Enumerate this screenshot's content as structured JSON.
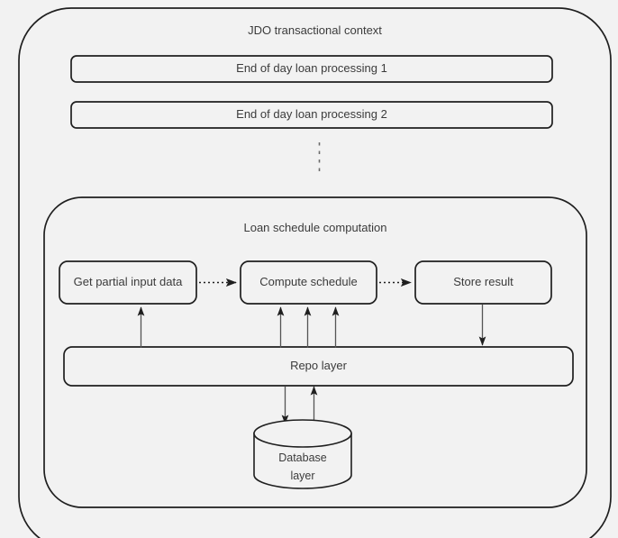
{
  "diagram": {
    "background_color": "#f2f2f2",
    "stroke_color": "#1f1f1f",
    "text_color": "#3b3b3b",
    "fill_color": "#f2f2f2",
    "outer_container": {
      "label": "JDO transactional context"
    },
    "batch_jobs": [
      {
        "label": "End of day loan processing 1"
      },
      {
        "label": "End of day loan processing 2"
      }
    ],
    "continuation": {
      "name": "vertical-dotted-ellipsis"
    },
    "inner_container": {
      "label": "Loan schedule computation"
    },
    "process_steps": [
      {
        "label": "Get partial input data"
      },
      {
        "label": "Compute schedule"
      },
      {
        "label": "Store result"
      }
    ],
    "repo_layer": {
      "label": "Repo layer"
    },
    "database": {
      "label": "Database\nlayer"
    },
    "connectors": [
      {
        "name": "get-partial-input-data-to-compute-schedule",
        "style": "dotted-arrow",
        "direction": "right"
      },
      {
        "name": "compute-schedule-to-store-result",
        "style": "dotted-arrow",
        "direction": "right"
      },
      {
        "name": "repo-layer-to-get-partial-input-data",
        "style": "solid-arrow",
        "direction": "up"
      },
      {
        "name": "repo-layer-to-compute-schedule-1",
        "style": "solid-arrow",
        "direction": "up"
      },
      {
        "name": "repo-layer-to-compute-schedule-2",
        "style": "solid-arrow",
        "direction": "up"
      },
      {
        "name": "repo-layer-to-compute-schedule-3",
        "style": "solid-arrow",
        "direction": "up"
      },
      {
        "name": "store-result-to-repo-layer",
        "style": "solid-arrow",
        "direction": "down"
      },
      {
        "name": "repo-layer-to-database-layer",
        "style": "solid-arrow",
        "direction": "down"
      },
      {
        "name": "database-layer-to-repo-layer",
        "style": "solid-arrow",
        "direction": "up"
      }
    ]
  }
}
